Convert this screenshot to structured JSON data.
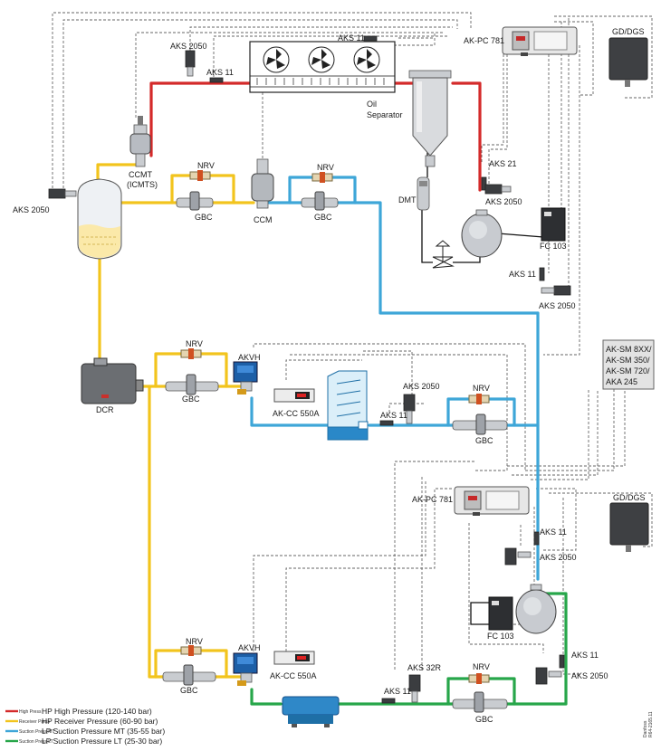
{
  "colors": {
    "hp": "#d42a2a",
    "receiver": "#f2c41d",
    "mt": "#3ea6d8",
    "lt": "#27a64a",
    "control": "#666666"
  },
  "labels": {
    "aks2050_top": "AKS 2050",
    "aks11_gc": "AKS 11",
    "aks11_top": "AKS 11",
    "akpc781_top": "AK-PC 781",
    "gd_top": "GD/DGS",
    "oil_sep_1": "Oil",
    "oil_sep_2": "Separator",
    "ccmt_1": "CCMT",
    "ccmt_2": "(ICMTS)",
    "aks2050_left": "AKS 2050",
    "nrv_1": "NRV",
    "gbc_1": "GBC",
    "ccm": "CCM",
    "nrv_2": "NRV",
    "gbc_2": "GBC",
    "dmt": "DMT",
    "aks21": "AKS 21",
    "aks2050_dis": "AKS 2050",
    "fc103_top": "FC 103",
    "aks11_mt": "AKS 11",
    "aks2050_mt": "AKS 2050",
    "nrv_3": "NRV",
    "akvh_1": "AKVH",
    "gbc_3": "GBC",
    "dcr": "DCR",
    "akcc_1": "AK-CC 550A",
    "aks2050_case": "AKS 2050",
    "aks11_case": "AKS 11",
    "nrv_4": "NRV",
    "gbc_4": "GBC",
    "aksm_1": "AK-SM 8XX/",
    "aksm_2": "AK-SM 350/",
    "aksm_3": "AK-SM 720/",
    "aksm_4": "AKA 245",
    "akpc781_lt": "AK-PC 781",
    "aks11_lt": "AKS 11",
    "aks2050_lt": "AKS 2050",
    "gd_lt": "GD/DGS",
    "fc103_lt": "FC 103",
    "aks11_lt2": "AKS 11",
    "aks2050_lt2": "AKS 2050",
    "nrv_5": "NRV",
    "akvh_2": "AKVH",
    "akcc_2": "AK-CC 550A",
    "gbc_5": "GBC",
    "aks32r": "AKS 32R",
    "aks11_lt3": "AKS 11",
    "nrv_6": "NRV",
    "gbc_6": "GBC",
    "copyright_1": "Danfoss",
    "copyright_2": "R64-2165.11"
  },
  "legend": [
    {
      "tag": "High Press",
      "label": "HP High Pressure (120-140 bar)",
      "color": "#d42a2a"
    },
    {
      "tag": "Receiver Press",
      "label": "HP Receiver Pressure (60-90 bar)",
      "color": "#f2c41d"
    },
    {
      "tag": "Suction Press MT",
      "label": "LP Suction Pressure MT (35-55 bar)",
      "color": "#3ea6d8"
    },
    {
      "tag": "Suction Press LT",
      "label": "LP Suction Pressure LT (25-30 bar)",
      "color": "#27a64a"
    }
  ]
}
